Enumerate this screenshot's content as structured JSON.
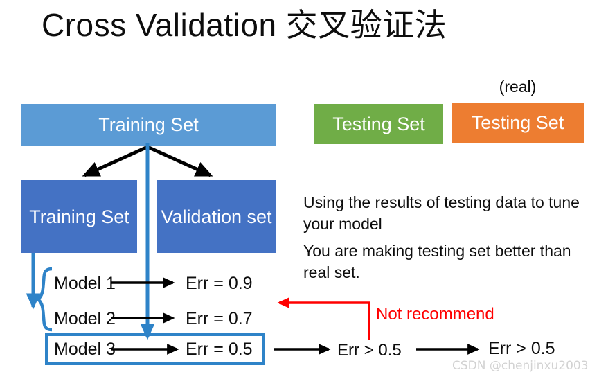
{
  "slide": {
    "title": "Cross Validation 交叉验证法",
    "watermark": "CSDN @chenjinxu2003"
  },
  "colors": {
    "light_blue": "#5B9BD5",
    "dark_blue": "#4472C4",
    "green": "#70AD47",
    "orange": "#ED7D31",
    "red": "#FF0000",
    "arrow_black": "#000000",
    "watermark_gray": "#D2D2D2"
  },
  "boxes": {
    "training_set_top": "Training Set",
    "testing_set_green": "Testing Set",
    "testing_set_orange": "Testing Set",
    "real_label": "(real)",
    "training_set_sub": "Training Set",
    "validation_set": "Validation set"
  },
  "notes": {
    "paragraph_1": "Using the results of testing data to tune your model",
    "paragraph_2": "You are making testing set better than real set.",
    "not_recommend": "Not recommend"
  },
  "models": [
    {
      "name": "Model 1",
      "error": "Err = 0.9"
    },
    {
      "name": "Model 2",
      "error": "Err = 0.7"
    },
    {
      "name": "Model 3",
      "error": "Err = 0.5"
    }
  ],
  "results": {
    "middle": "Err > 0.5",
    "right": "Err > 0.5"
  }
}
